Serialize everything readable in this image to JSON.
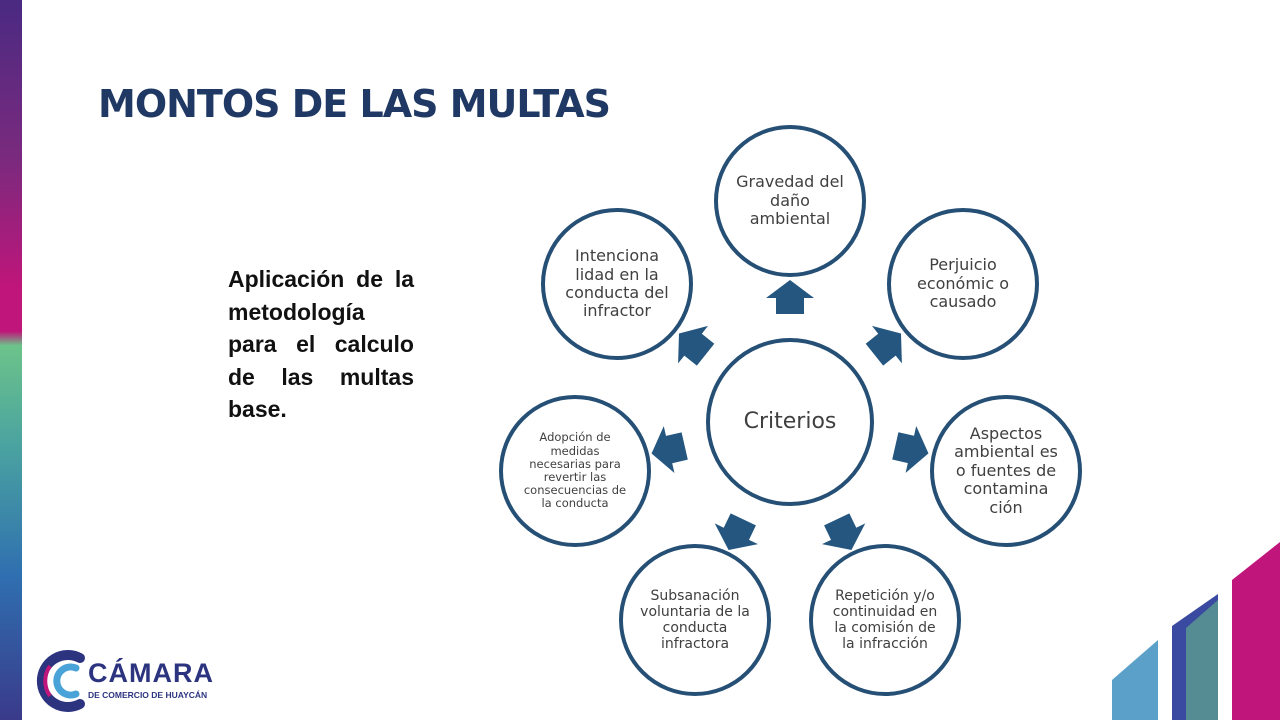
{
  "slide": {
    "title": "MONTOS DE LAS MULTAS",
    "body": "Aplicación de la metodología para el calculo de las multas base."
  },
  "diagram": {
    "center": "Criterios",
    "nodes": [
      {
        "id": "gravedad",
        "label": "Gravedad del daño ambiental"
      },
      {
        "id": "perjuicio",
        "label": "Perjuicio económic o causado"
      },
      {
        "id": "aspectos",
        "label": "Aspectos ambiental es o fuentes de contamina ción"
      },
      {
        "id": "repeticion",
        "label": "Repetición y/o continuidad en la comisión de la infracción"
      },
      {
        "id": "subsanacion",
        "label": "Subsanación voluntaria de la conducta infractora"
      },
      {
        "id": "adopcion",
        "label": "Adopción de medidas necesarias para revertir las consecuencias de la conducta"
      },
      {
        "id": "intencionalidad",
        "label": "Intenciona lidad en la conducta del infractor"
      }
    ]
  },
  "logo": {
    "name": "CÁMARA",
    "subtitle": "DE COMERCIO DE HUAYCÁN"
  },
  "colors": {
    "title": "#1f3864",
    "node_stroke": "#254f75",
    "arrow": "#24567f",
    "accent_magenta": "#c0157a",
    "accent_green": "#6cc38a",
    "accent_blue": "#2f6fb0"
  }
}
